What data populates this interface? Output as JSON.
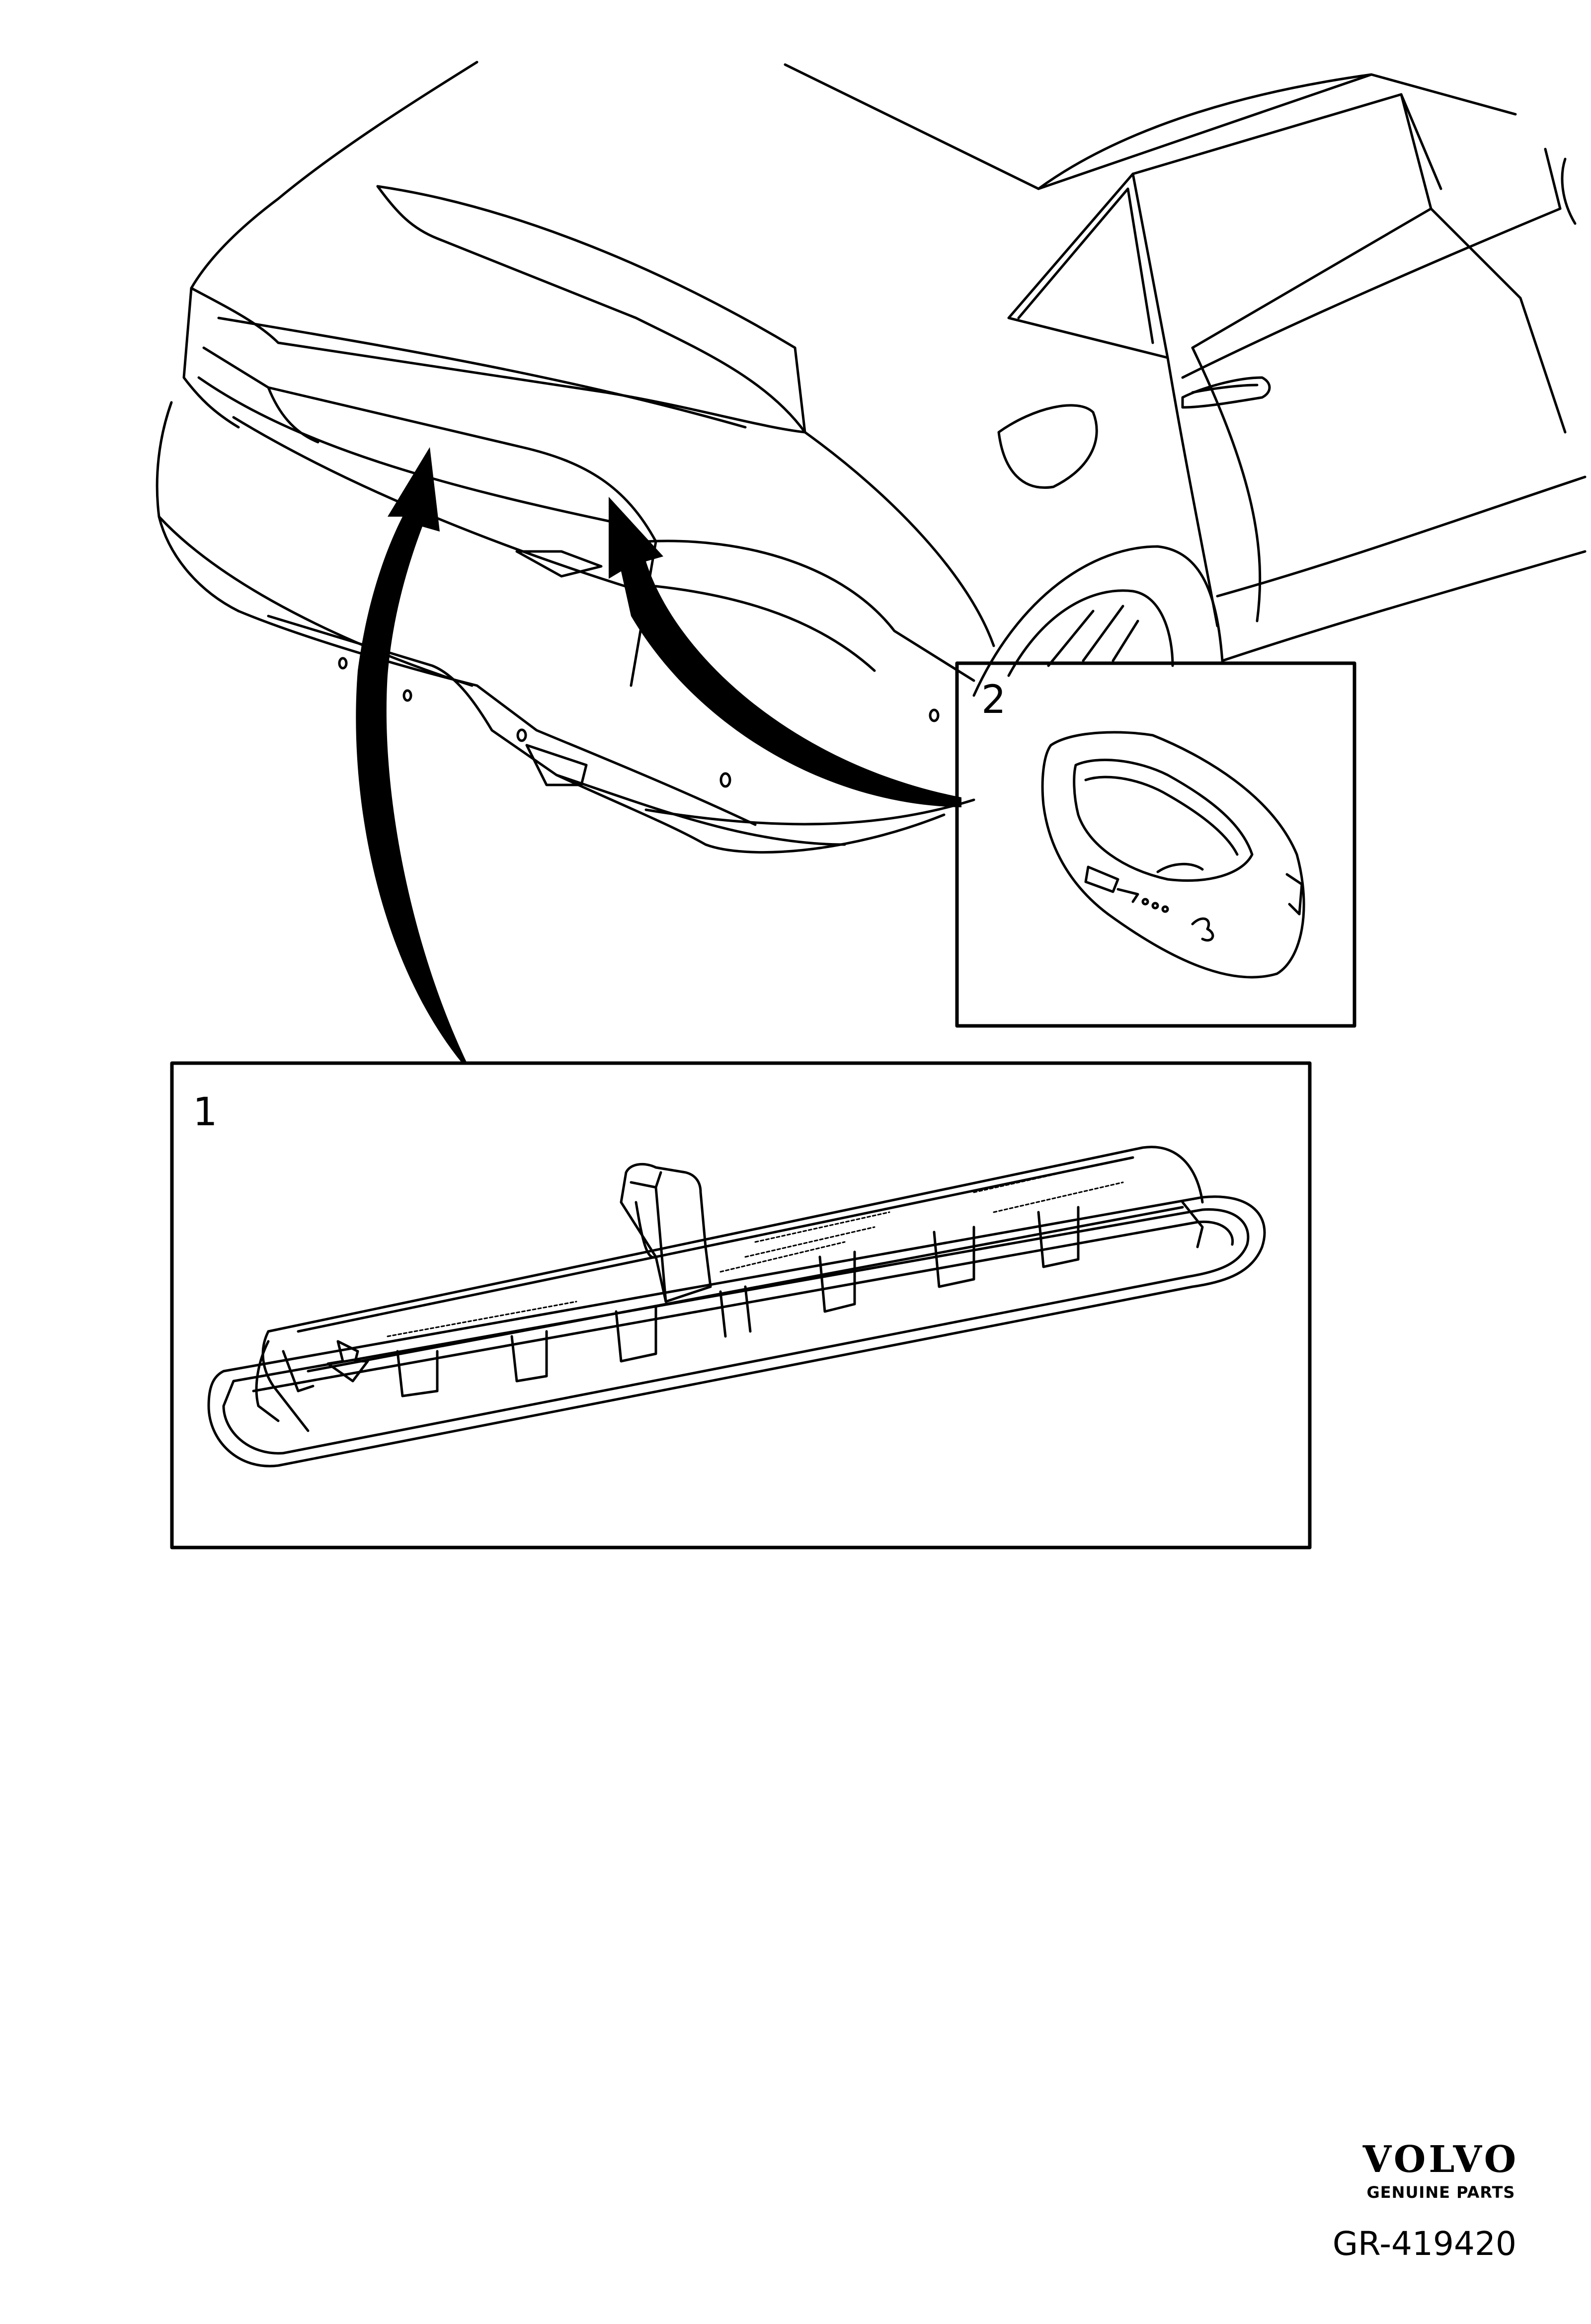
{
  "diagram": {
    "callouts": [
      {
        "id": "1",
        "label": "1"
      },
      {
        "id": "2",
        "label": "2"
      }
    ],
    "brand": {
      "word": "VOLVO",
      "tagline": "GENUINE PARTS"
    },
    "reference": "GR-419420"
  }
}
